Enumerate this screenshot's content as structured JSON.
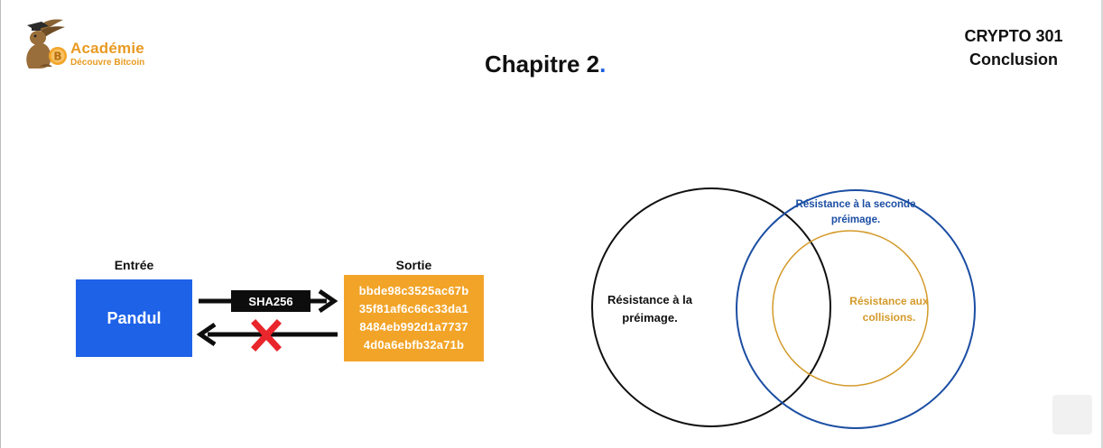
{
  "logo": {
    "line1": "Académie",
    "line2": "Découvre Bitcoin",
    "coin_symbol": "B",
    "colors": {
      "orange": "#e89a22",
      "brown": "#8a6334"
    }
  },
  "header": {
    "chapter_text": "Chapitre 2",
    "chapter_dot": ".",
    "course_code": "CRYPTO 301",
    "course_section": "Conclusion"
  },
  "hash_diagram": {
    "input_label": "Entrée",
    "input_value": "Pandul",
    "output_label": "Sortie",
    "output_lines": [
      "bbde98c3525ac67b",
      "35f81af6c66c33da1",
      "8484eb992d1a7737",
      "4d0a6ebfb32a71b"
    ],
    "function_label": "SHA256",
    "colors": {
      "input_box": "#1e62e8",
      "output_box": "#f2a428",
      "cross": "#e8262b"
    }
  },
  "venn": {
    "preimage": "Résistance à la préimage.",
    "second_preimage": "Résistance à la seconde préimage.",
    "collisions": "Résistance aux collisions.",
    "colors": {
      "preimage": "#111111",
      "second_preimage": "#1b4ea3",
      "collisions": "#d49a2a"
    }
  },
  "accent_color": "#1c5ee0"
}
